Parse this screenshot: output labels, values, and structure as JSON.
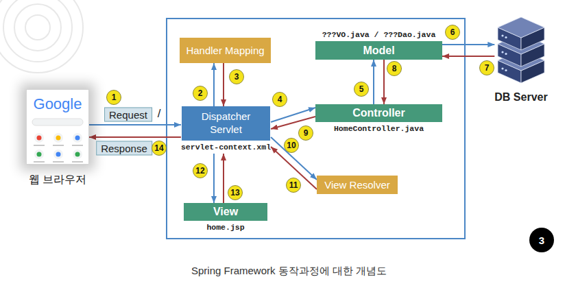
{
  "diagram": {
    "caption": "Spring Framework 동작과정에 대한 개념도",
    "nodes": [
      {
        "text": [
          "Google",
          "웹 브라우저"
        ]
      },
      {
        "text": [
          "Handler Mapping"
        ]
      },
      {
        "text": [
          "???VO.java / ???Dao.java",
          "Model"
        ]
      },
      {
        "text": [
          "DB Server"
        ]
      },
      {
        "text": [
          "Dispatcher Servlet",
          "servlet-context.xml"
        ]
      },
      {
        "text": [
          "Controller",
          "HomeController.java"
        ]
      },
      {
        "text": [
          "View Resolver"
        ]
      },
      {
        "text": [
          "View",
          "home.jsp"
        ]
      }
    ],
    "edges": [
      {
        "from": 0,
        "to": 4,
        "arrow": "to",
        "label": "Request"
      },
      {
        "from": 4,
        "to": 1,
        "arrow": "to"
      },
      {
        "from": 1,
        "to": 4,
        "arrow": "to"
      },
      {
        "from": 4,
        "to": 5,
        "arrow": "to"
      },
      {
        "from": 5,
        "to": 2,
        "arrow": "to"
      },
      {
        "from": 2,
        "to": 3,
        "arrow": "to"
      },
      {
        "from": 3,
        "to": 2,
        "arrow": "to"
      },
      {
        "from": 2,
        "to": 5,
        "arrow": "to"
      },
      {
        "from": 5,
        "to": 4,
        "arrow": "to"
      },
      {
        "from": 4,
        "to": 6,
        "arrow": "to"
      },
      {
        "from": 6,
        "to": 4,
        "arrow": "to"
      },
      {
        "from": 4,
        "to": 7,
        "arrow": "to"
      },
      {
        "from": 7,
        "to": 4,
        "arrow": "to"
      },
      {
        "from": 4,
        "to": 0,
        "arrow": "to",
        "label": "Response"
      }
    ],
    "labels": [
      "1",
      "2",
      "3",
      "4",
      "5",
      "6",
      "7",
      "8",
      "9",
      "10",
      "11",
      "12",
      "13",
      "14",
      "/",
      "3"
    ]
  }
}
